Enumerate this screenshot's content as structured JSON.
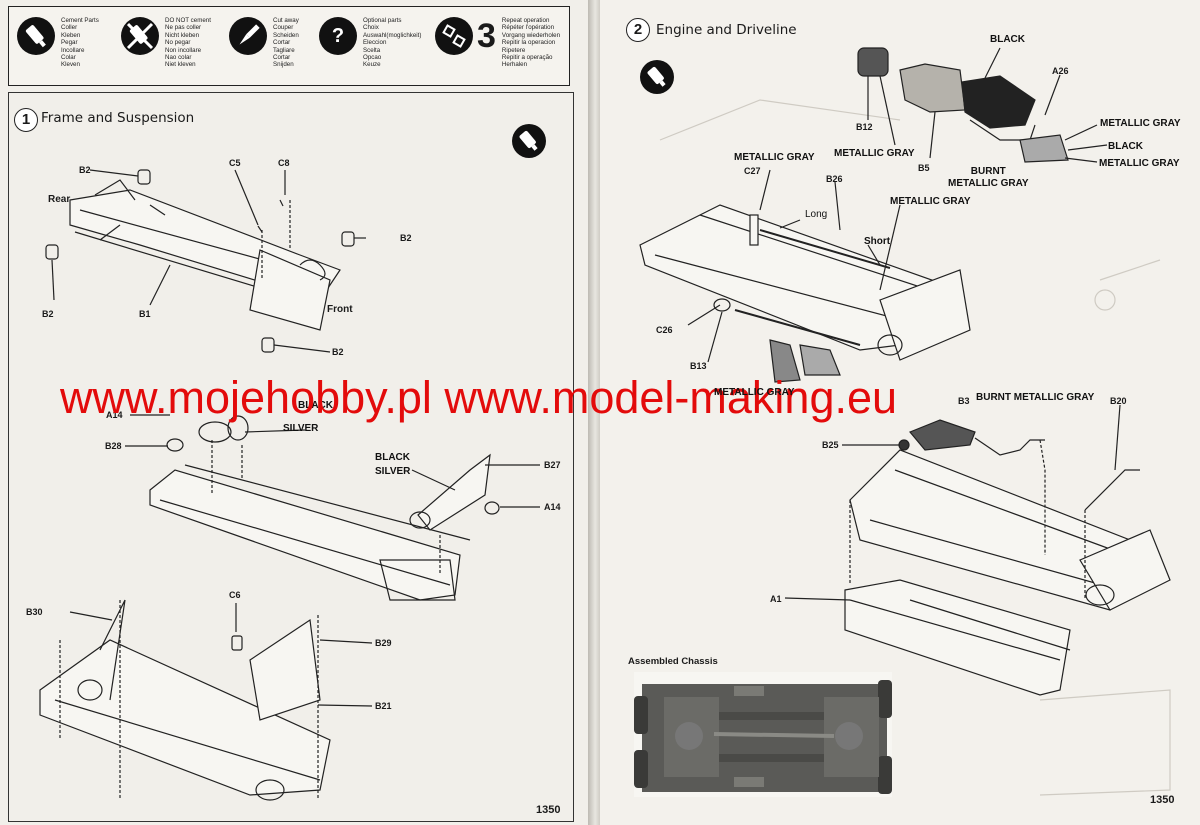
{
  "legend": {
    "items": [
      {
        "icon": "cement-tube-icon",
        "text": "Cement Parts\nColler\nKleben\nPegar\nIncollare\nColar\nKleven"
      },
      {
        "icon": "no-cement-icon",
        "text": "DO NOT cement\nNe pas coller\nNicht kleben\nNo pegar\nNon incollare\nNao colar\nNiet kleven"
      },
      {
        "icon": "knife-icon",
        "text": "Cut away\nCouper\nScheiden\nCortar\nTagliare\nCortar\nSnijden"
      },
      {
        "icon": "question-icon",
        "text": "Optional parts\nChoix\nAuswahl(moglichkeit)\nEleccion\nScelta\nOpcao\nKeuze"
      },
      {
        "icon": "repeat-icon",
        "text": "Repeat operation\nRépéter l'opération\nVorgang wiederholen\nRepitir la operacion\nRipetere\nRepitir a operação\nHerhalen",
        "number": "3"
      }
    ]
  },
  "step1": {
    "number": "1",
    "title": "Frame and Suspension",
    "labels": [
      "Rear",
      "B2",
      "C5",
      "C8",
      "B2",
      "B2",
      "B1",
      "Front",
      "B2",
      "A14",
      "BLACK",
      "SILVER",
      "B28",
      "BLACK",
      "SILVER",
      "B27",
      "A14",
      "C6",
      "B30",
      "B29",
      "B21"
    ],
    "page_number": "1350"
  },
  "step2": {
    "number": "2",
    "title": "Engine and Driveline",
    "labels": [
      "BLACK",
      "A26",
      "B12",
      "METALLIC GRAY",
      "B5",
      "METALLIC GRAY",
      "BLACK",
      "METALLIC GRAY",
      "BURNT\nMETALLIC GRAY",
      "METALLIC GRAY",
      "C27",
      "B26",
      "METALLIC GRAY",
      "Long",
      "Short",
      "C26",
      "B13",
      "METALLIC GRAY",
      "B3",
      "BURNT METALLIC GRAY",
      "B20",
      "B25",
      "A1"
    ],
    "assembled_caption": "Assembled Chassis",
    "page_number": "1350"
  },
  "watermark": "www.mojehobby.pl www.model-making.eu"
}
